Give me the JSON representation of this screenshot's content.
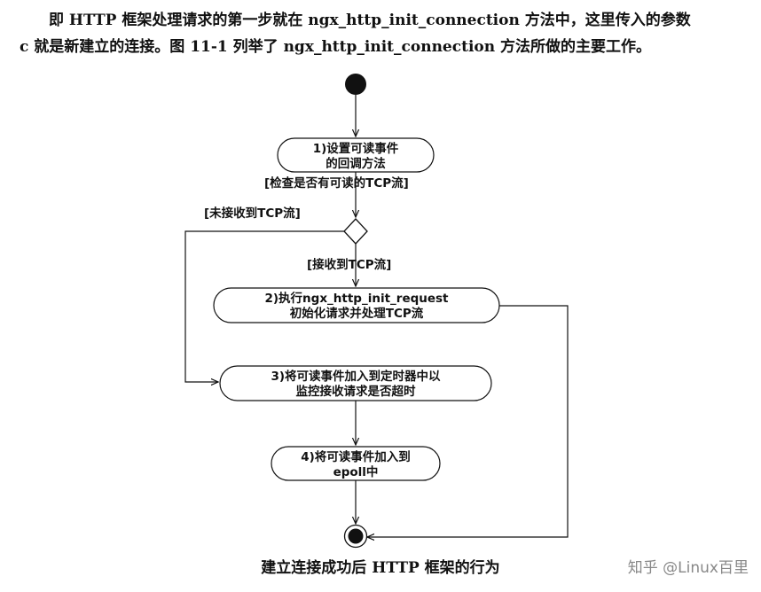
{
  "intro": {
    "line1": "即 HTTP 框架处理请求的第一步就在 ngx_http_init_connection 方法中，这里传入的参数",
    "line2": "c 就是新建立的连接。图 11-1 列举了 ngx_http_init_connection 方法所做的主要工作。"
  },
  "diagram": {
    "nodes": [
      {
        "line1": "1)设置可读事件",
        "line2": "的回调方法"
      },
      {
        "line1": "2)执行ngx_http_init_request",
        "line2": "初始化请求并处理TCP流"
      },
      {
        "line1": "3)将可读事件加入到定时器中以",
        "line2": "监控接收请求是否超时"
      },
      {
        "line1": "4)将可读事件加入到",
        "line2": "epoll中"
      }
    ],
    "guards": {
      "check": "[检查是否有可读的TCP流]",
      "not_received": "[未接收到TCP流]",
      "received": "[接收到TCP流]"
    }
  },
  "caption": "建立连接成功后 HTTP 框架的行为",
  "watermark": "知乎 @Linux百里"
}
